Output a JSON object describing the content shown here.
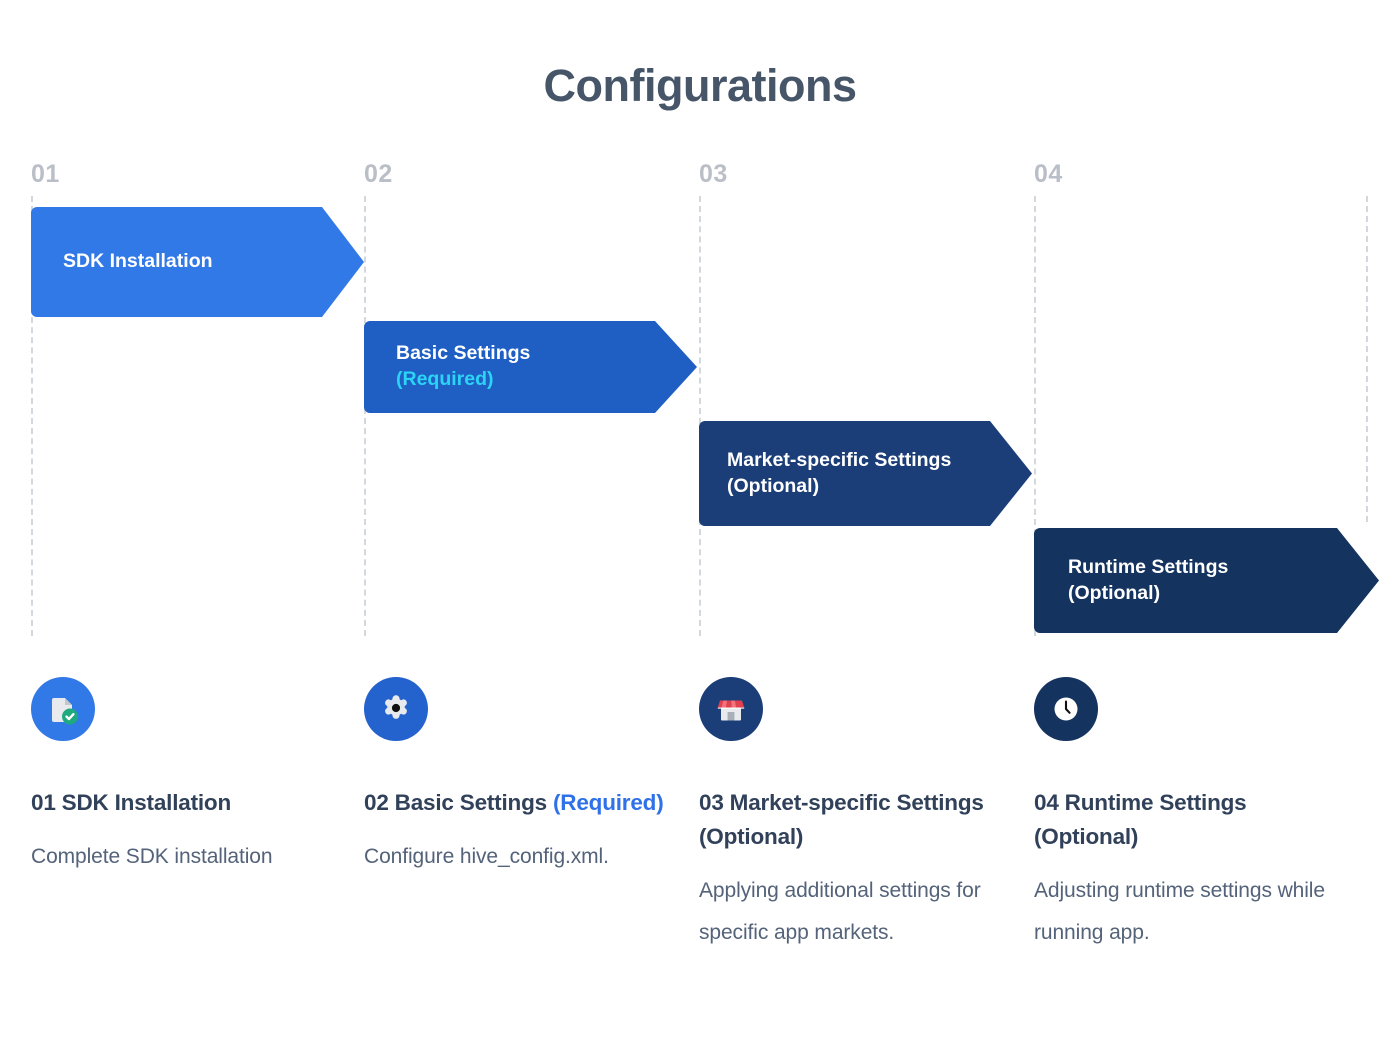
{
  "header": {
    "title": "Configurations",
    "title_color": "#475569"
  },
  "colors": {
    "step1": "#3279E8",
    "step2": "#1F5FC4",
    "step3": "#1B3D78",
    "step4": "#14335F",
    "required_cyan": "#2BD4F5",
    "required_blue": "#2F71E8",
    "guide_line": "#d3d7de",
    "step_number": "#b9bec7",
    "caption_head": "#31415a",
    "caption_body": "#54637a",
    "check_green": "#1FA97E",
    "awning_red": "#E0414F",
    "document_gray": "#E8EAED"
  },
  "steps": [
    {
      "index": "01",
      "banner_line1": "SDK Installation",
      "banner_line2": "",
      "banner_line2_style": "none",
      "icon": "document-check-icon",
      "caption_head": "01 SDK Installation",
      "caption_head_suffix": "",
      "caption_head_suffix_style": "none",
      "caption_body": "Complete SDK installation"
    },
    {
      "index": "02",
      "banner_line1": "Basic Settings",
      "banner_line2": "(Required)",
      "banner_line2_style": "cyan",
      "icon": "gear-icon",
      "caption_head": "02 Basic Settings",
      "caption_head_suffix": "(Required)",
      "caption_head_suffix_style": "blue",
      "caption_body": "Configure hive_config.xml."
    },
    {
      "index": "03",
      "banner_line1": "Market-specific Settings",
      "banner_line2": "(Optional)",
      "banner_line2_style": "white",
      "icon": "storefront-icon",
      "caption_head": "03 Market-specific Settings (Optional)",
      "caption_head_suffix": "",
      "caption_head_suffix_style": "none",
      "caption_body": "Applying additional settings for specific app markets."
    },
    {
      "index": "04",
      "banner_line1": "Runtime Settings",
      "banner_line2": "(Optional)",
      "banner_line2_style": "white",
      "icon": "clock-icon",
      "caption_head": "04 Runtime Settings (Optional)",
      "caption_head_suffix": "",
      "caption_head_suffix_style": "none",
      "caption_body": "Adjusting runtime settings while running app."
    }
  ]
}
